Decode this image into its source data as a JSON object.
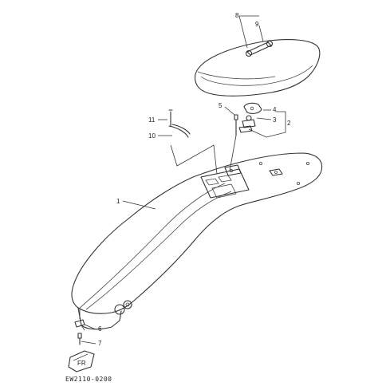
{
  "diagram": {
    "callouts": {
      "c1": "1",
      "c2": "2",
      "c3": "3",
      "c4": "4",
      "c5": "5",
      "c6": "6",
      "c7": "7",
      "c8": "8",
      "c9": "9",
      "c10": "10",
      "c11": "11"
    },
    "front_marker": "FR",
    "drawing_code": "EW2110-0200"
  }
}
